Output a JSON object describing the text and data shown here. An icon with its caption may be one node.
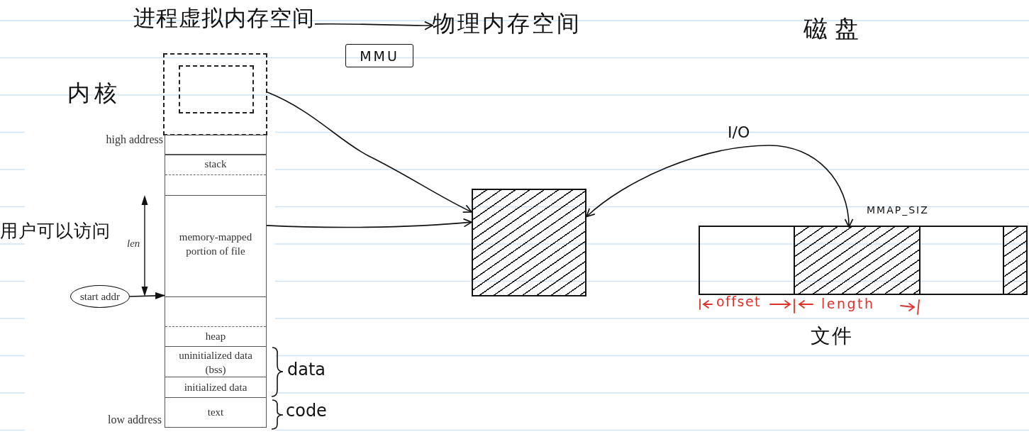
{
  "diagram": {
    "nodes": [
      {
        "text": [
          "进程虚拟内存空间"
        ]
      },
      {
        "text": [
          "物理内存空间"
        ]
      },
      {
        "text": [
          "MMU"
        ]
      },
      {
        "text": [
          "内核"
        ]
      },
      {
        "text": [],
        "shape": "box",
        "in": 3
      },
      {
        "text": [],
        "shape": "box"
      },
      {
        "text": [
          "stack"
        ]
      },
      {
        "text": [
          "memory-mapped portion of file"
        ]
      },
      {
        "text": [
          "start addr"
        ]
      },
      {
        "text": [
          "heap"
        ]
      },
      {
        "text": [
          "uninitialized data (bss)"
        ]
      },
      {
        "text": [
          "initialized data"
        ]
      },
      {
        "text": [
          "text"
        ]
      },
      {
        "text": [],
        "shape": "box"
      },
      {
        "text": [
          "文件"
        ]
      },
      {
        "text": [],
        "shape": "box",
        "in": 14
      },
      {
        "text": [],
        "shape": "box",
        "in": 14
      },
      {
        "text": [],
        "shape": "box",
        "in": 14
      },
      {
        "text": [],
        "shape": "box",
        "in": 14
      }
    ],
    "edges": [
      {
        "from": 0,
        "to": 1,
        "arrow": "to"
      },
      {
        "from": 3,
        "to": 13,
        "arrow": "to"
      },
      {
        "from": 7,
        "to": 13,
        "arrow": "to"
      },
      {
        "from": 8,
        "to": 7,
        "arrow": "to"
      },
      {
        "from": 16,
        "to": 13,
        "arrow": "both",
        "label": "I/O"
      }
    ],
    "labels": [
      "磁盘",
      "high address",
      "MMAP_SIZ",
      "用户可以访问",
      "len",
      "offset",
      "length",
      "data",
      "low address",
      "code"
    ]
  }
}
